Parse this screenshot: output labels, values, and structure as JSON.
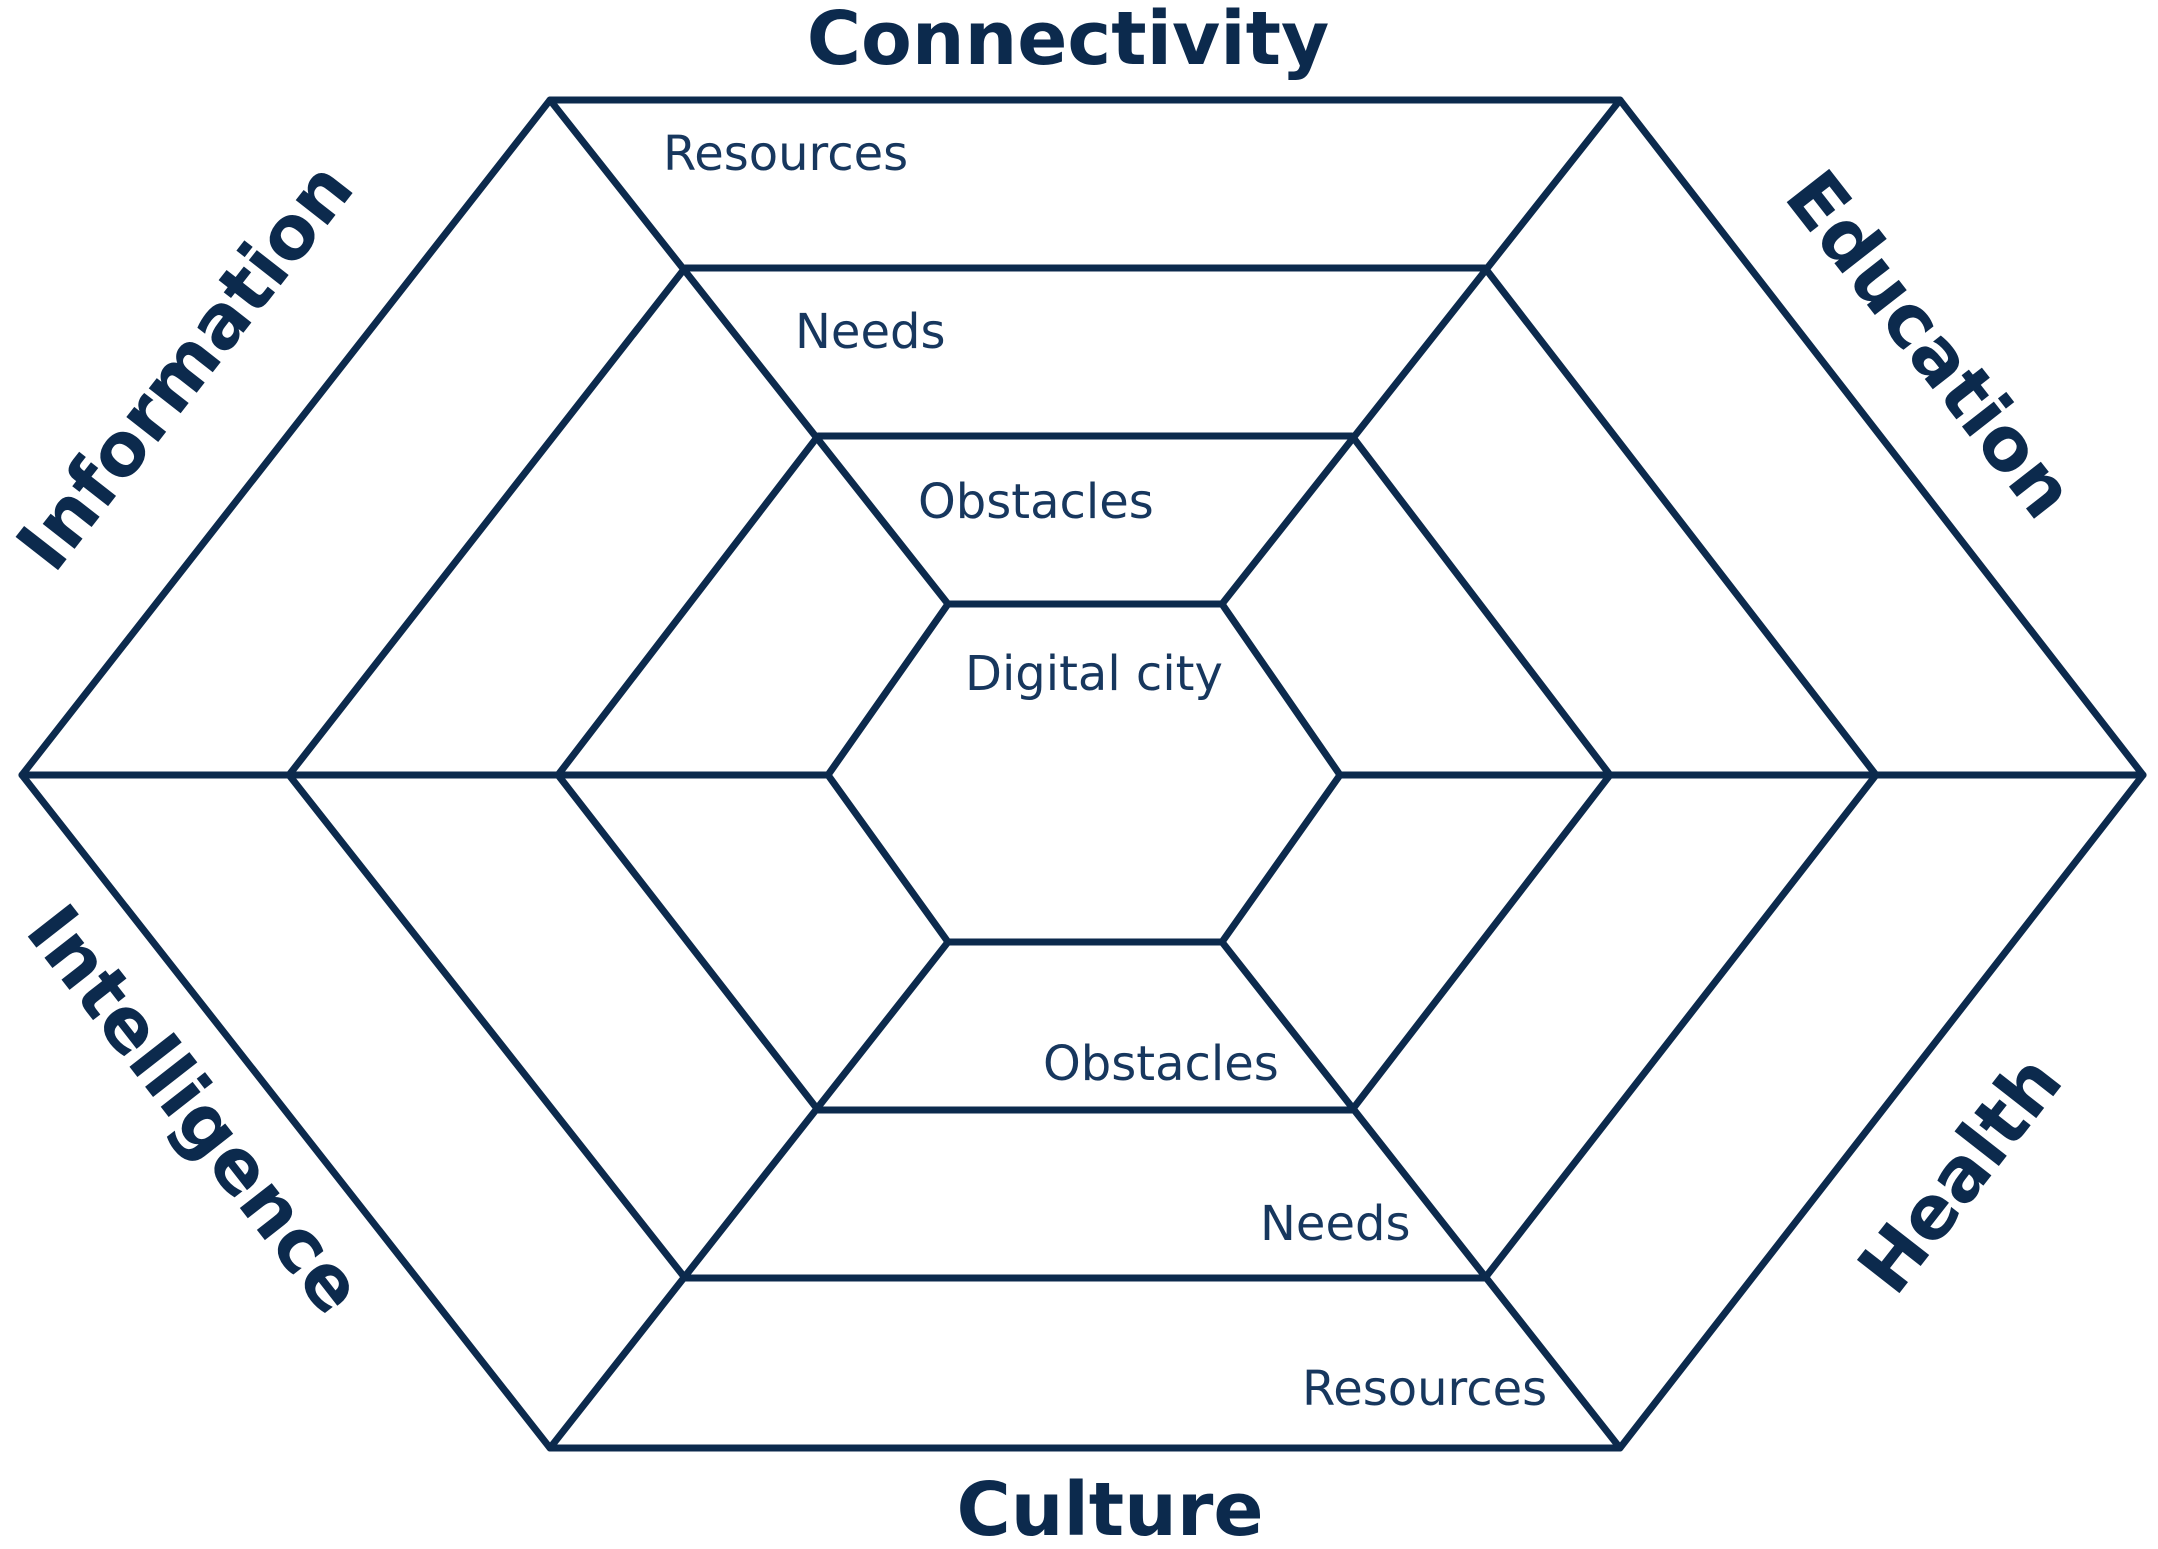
{
  "dimensions": {
    "top": "Connectivity",
    "upper_right": "Education",
    "lower_right": "Health",
    "bottom": "Culture",
    "lower_left": "Intelligence",
    "upper_left": "Information"
  },
  "center": {
    "label": "Digital city"
  },
  "ring_labels_upper": {
    "outer": "Resources",
    "middle": "Needs",
    "inner": "Obstacles"
  },
  "ring_labels_lower": {
    "inner": "Obstacles",
    "middle": "Needs",
    "outer": "Resources"
  },
  "colors": {
    "stroke": "#0c2a4d",
    "text": "#17375e",
    "background": "#ffffff"
  }
}
